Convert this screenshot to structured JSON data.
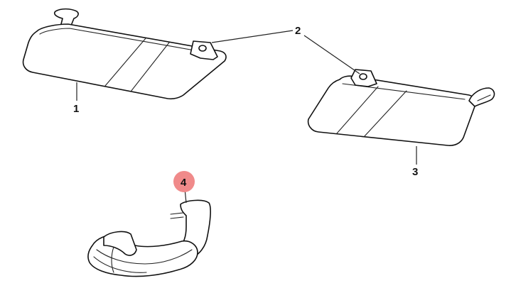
{
  "callouts": [
    {
      "id": "1",
      "label": "1"
    },
    {
      "id": "2",
      "label": "2"
    },
    {
      "id": "3",
      "label": "3"
    },
    {
      "id": "4",
      "label": "4"
    }
  ],
  "colors": {
    "highlight": "#f08a8a",
    "line": "#111111",
    "background": "#ffffff"
  }
}
